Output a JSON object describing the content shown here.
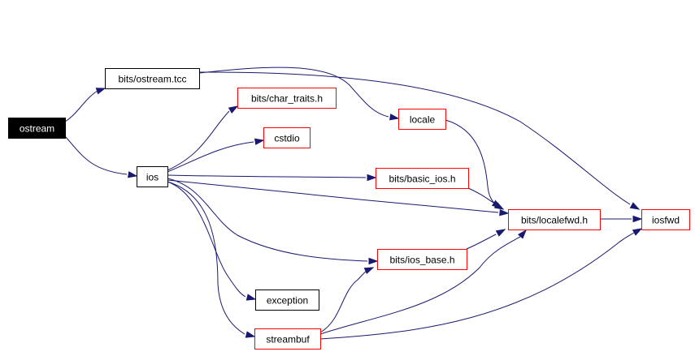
{
  "diagram": {
    "type": "include-dependency-graph",
    "colors": {
      "edge": "#191970",
      "root_fill": "#000000",
      "root_text": "#ffffff",
      "documented_border": "#000000",
      "undocumented_border": "#ff0000",
      "node_fill": "#ffffff",
      "node_text": "#000000"
    },
    "nodes": [
      {
        "id": "ostream",
        "label": "ostream",
        "style": "root"
      },
      {
        "id": "ostream_tcc",
        "label": "bits/ostream.tcc",
        "style": "documented"
      },
      {
        "id": "ios",
        "label": "ios",
        "style": "documented"
      },
      {
        "id": "char_traits",
        "label": "bits/char_traits.h",
        "style": "undocumented"
      },
      {
        "id": "cstdio",
        "label": "cstdio",
        "style": "undocumented"
      },
      {
        "id": "locale",
        "label": "locale",
        "style": "undocumented"
      },
      {
        "id": "basic_ios",
        "label": "bits/basic_ios.h",
        "style": "undocumented"
      },
      {
        "id": "localefwd",
        "label": "bits/localefwd.h",
        "style": "undocumented"
      },
      {
        "id": "iosfwd",
        "label": "iosfwd",
        "style": "undocumented"
      },
      {
        "id": "ios_base",
        "label": "bits/ios_base.h",
        "style": "undocumented"
      },
      {
        "id": "exception",
        "label": "exception",
        "style": "documented"
      },
      {
        "id": "streambuf",
        "label": "streambuf",
        "style": "undocumented"
      }
    ],
    "edges": [
      {
        "from": "ostream",
        "to": "ostream_tcc"
      },
      {
        "from": "ostream",
        "to": "ios"
      },
      {
        "from": "ostream_tcc",
        "to": "locale"
      },
      {
        "from": "ostream_tcc",
        "to": "iosfwd"
      },
      {
        "from": "ios",
        "to": "char_traits"
      },
      {
        "from": "ios",
        "to": "cstdio"
      },
      {
        "from": "ios",
        "to": "basic_ios"
      },
      {
        "from": "ios",
        "to": "localefwd"
      },
      {
        "from": "ios",
        "to": "ios_base"
      },
      {
        "from": "ios",
        "to": "exception"
      },
      {
        "from": "ios",
        "to": "streambuf"
      },
      {
        "from": "locale",
        "to": "localefwd"
      },
      {
        "from": "basic_ios",
        "to": "localefwd"
      },
      {
        "from": "localefwd",
        "to": "iosfwd"
      },
      {
        "from": "ios_base",
        "to": "localefwd"
      },
      {
        "from": "streambuf",
        "to": "ios_base"
      },
      {
        "from": "streambuf",
        "to": "localefwd"
      },
      {
        "from": "streambuf",
        "to": "iosfwd"
      }
    ]
  }
}
